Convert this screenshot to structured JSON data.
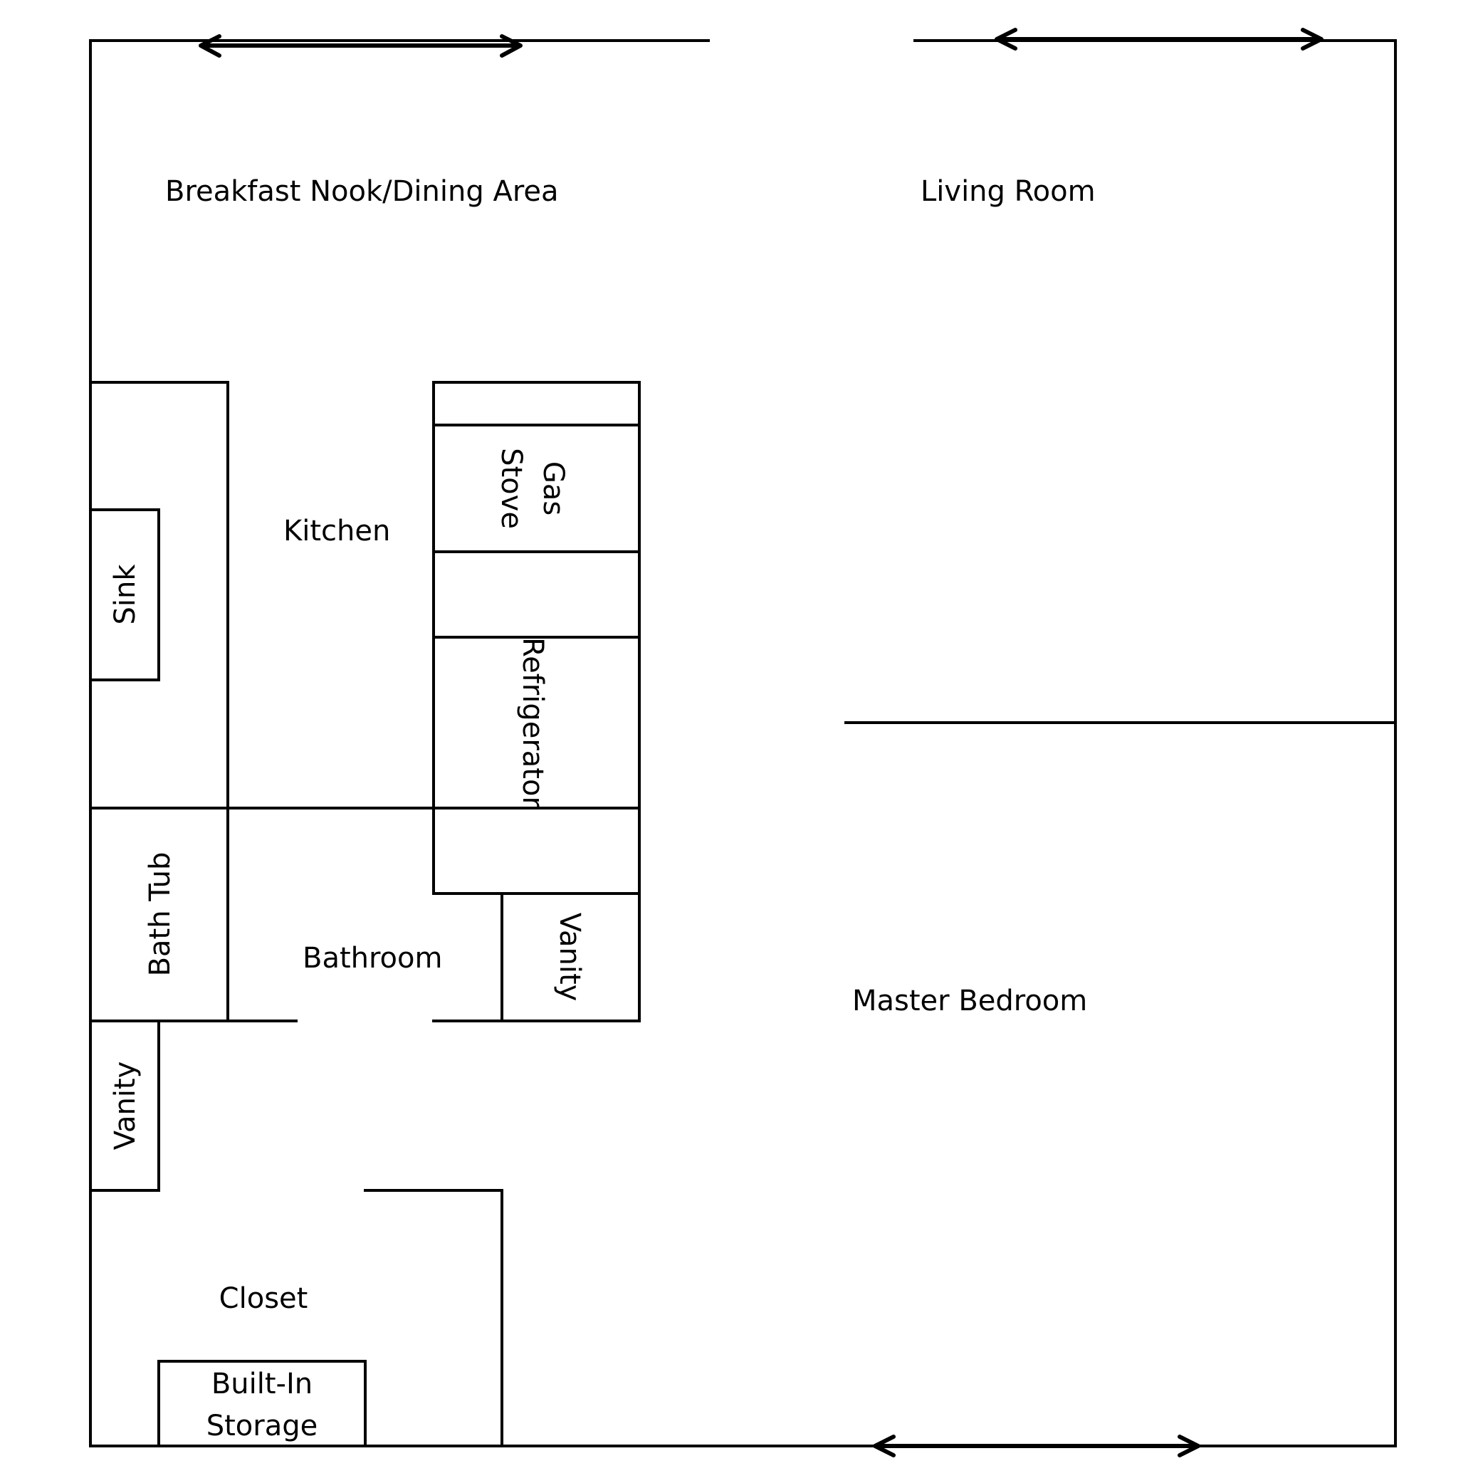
{
  "colors": {
    "background": "#ffffff",
    "lines": "#000000"
  },
  "rooms": {
    "breakfast_nook": "Breakfast Nook/Dining Area",
    "living_room": "Living Room",
    "kitchen": "Kitchen",
    "bathroom": "Bathroom",
    "master_bedroom": "Master Bedroom",
    "closet": "Closet"
  },
  "fixtures": {
    "sink": "Sink",
    "gas_stove_line1": "Gas",
    "gas_stove_line2": "Stove",
    "refrigerator": "Refrigerator",
    "bath_tub": "Bath Tub",
    "vanity_bathroom": "Vanity",
    "vanity_hall": "Vanity",
    "storage_line1": "Built-In",
    "storage_line2": "Storage"
  },
  "icons": [
    "double-arrow-icon"
  ]
}
